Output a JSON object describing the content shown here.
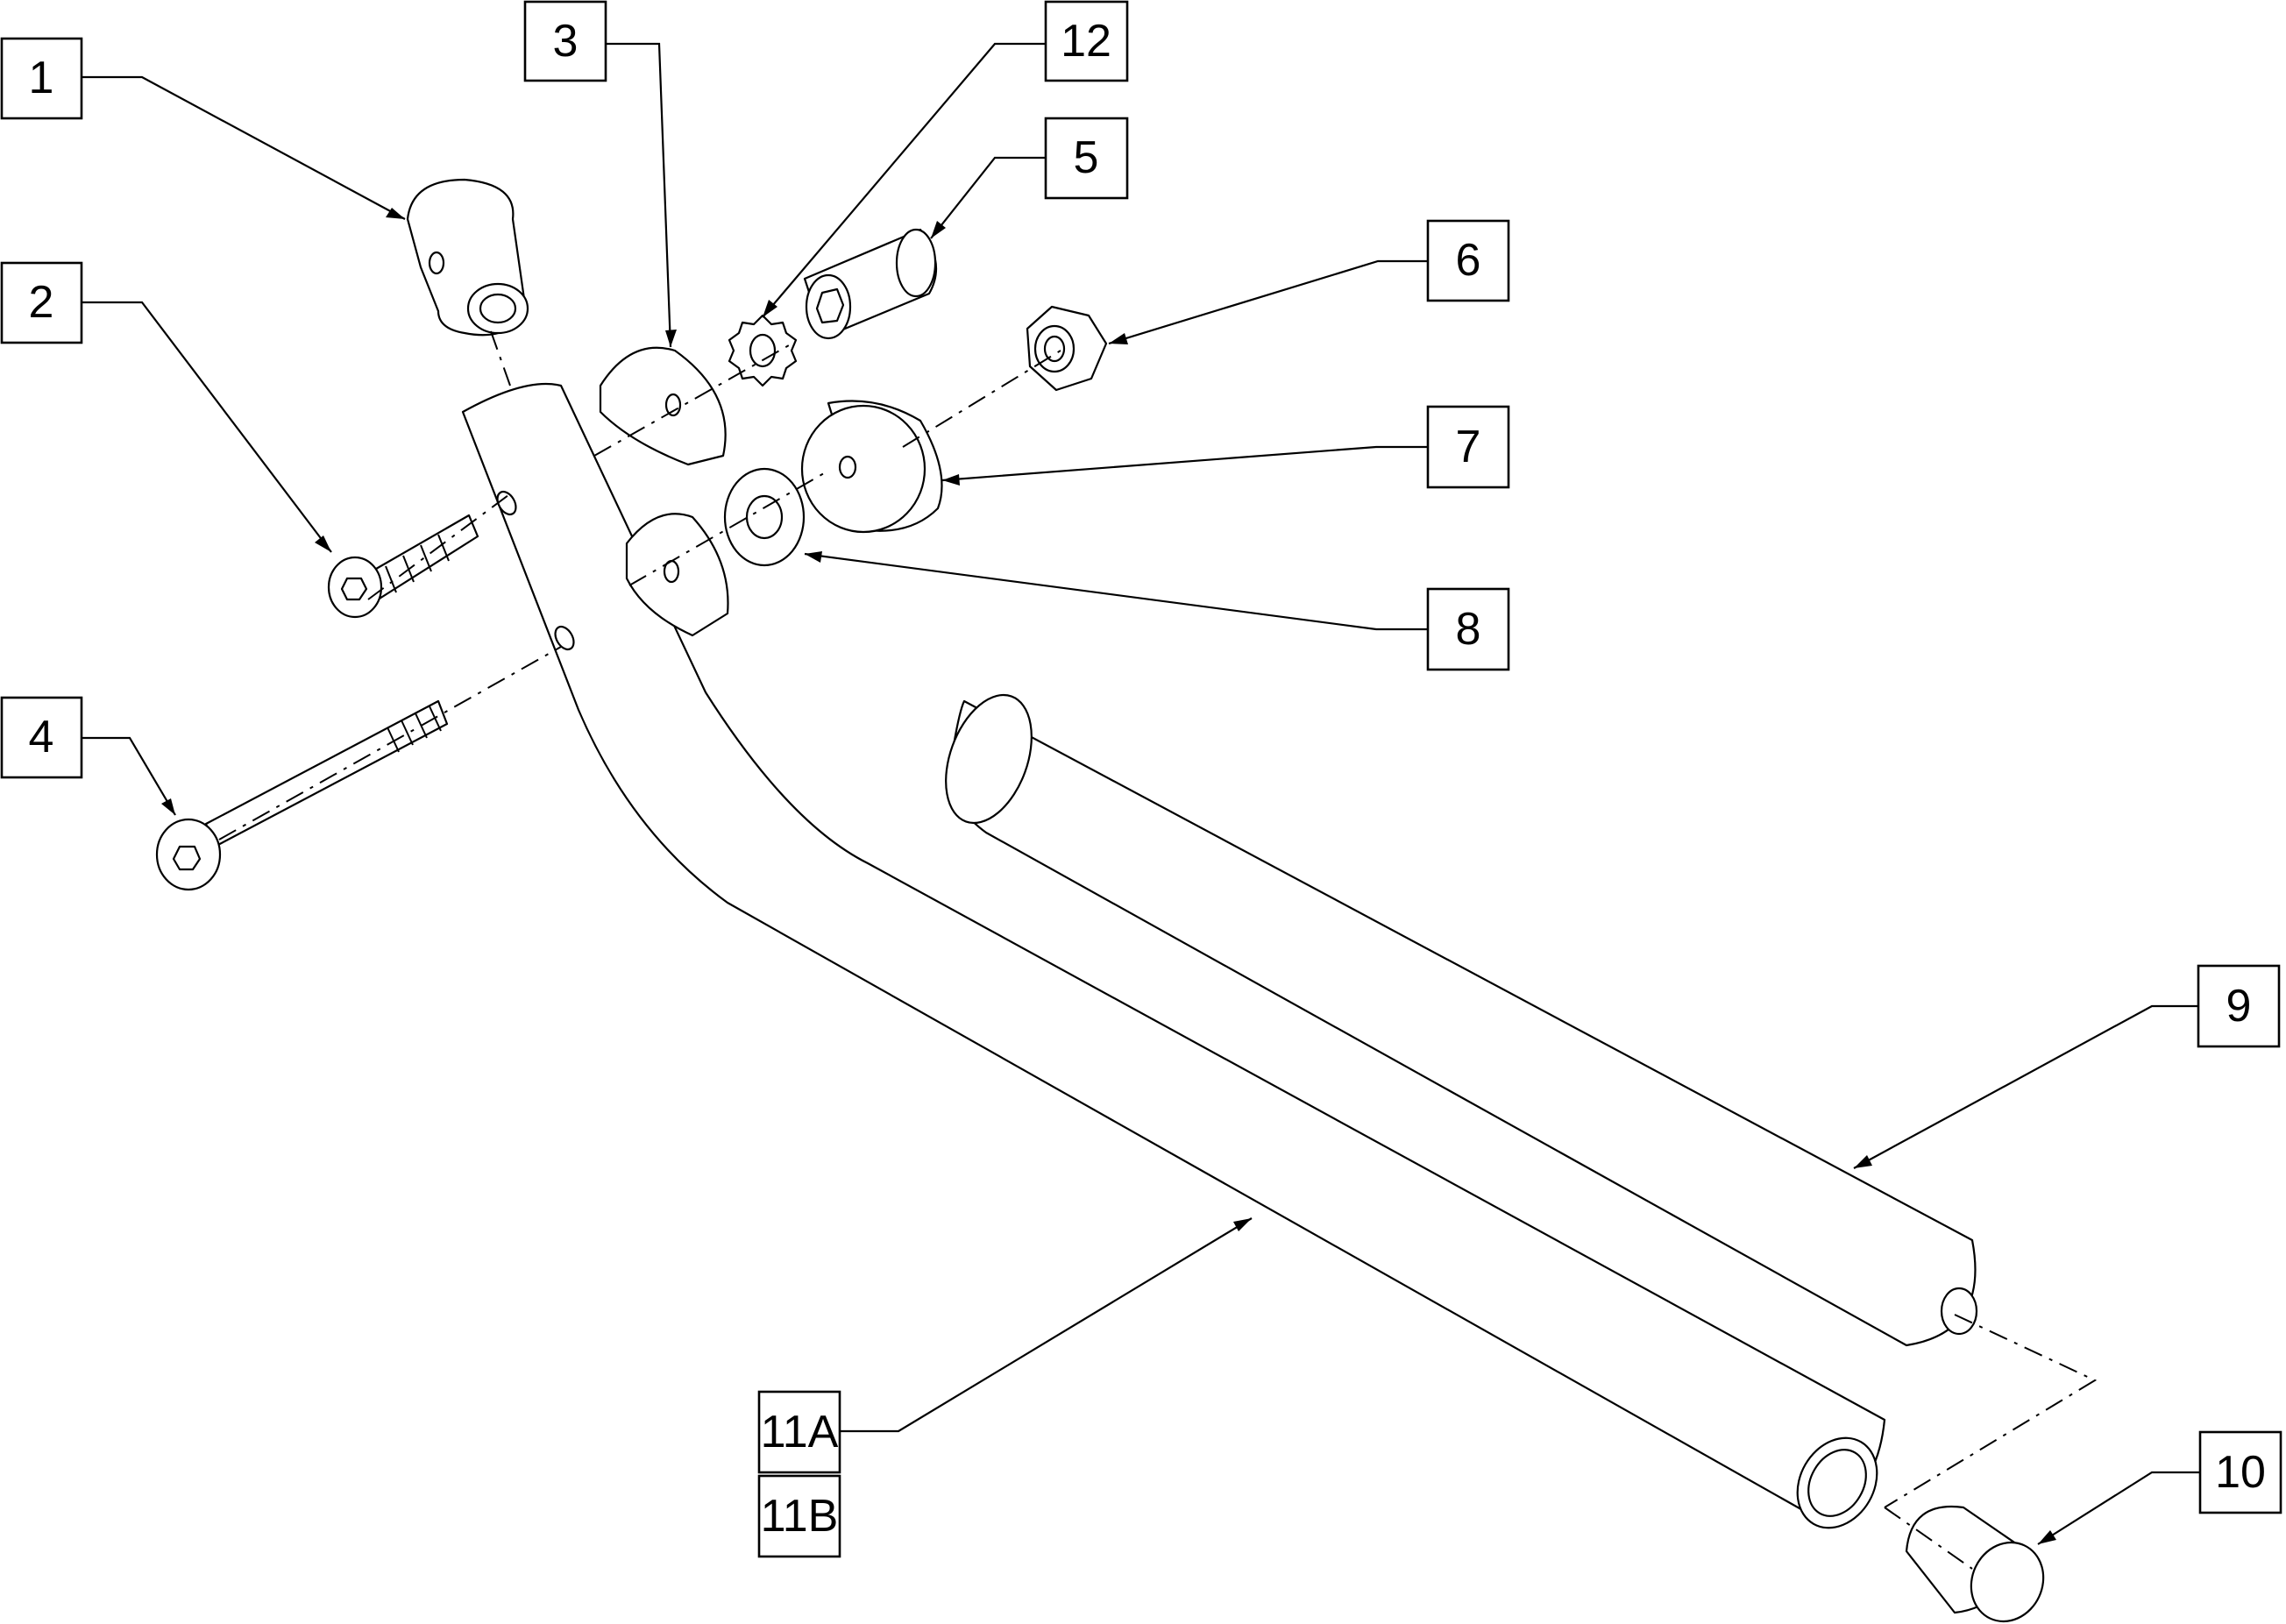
{
  "callouts": [
    {
      "id": "c1",
      "label": "1"
    },
    {
      "id": "c2",
      "label": "2"
    },
    {
      "id": "c3",
      "label": "3"
    },
    {
      "id": "c4",
      "label": "4"
    },
    {
      "id": "c5",
      "label": "5"
    },
    {
      "id": "c6",
      "label": "6"
    },
    {
      "id": "c7",
      "label": "7"
    },
    {
      "id": "c8",
      "label": "8"
    },
    {
      "id": "c9",
      "label": "9"
    },
    {
      "id": "c10",
      "label": "10"
    },
    {
      "id": "c11a",
      "label": "11A"
    },
    {
      "id": "c11b",
      "label": "11B"
    },
    {
      "id": "c12",
      "label": "12"
    }
  ]
}
